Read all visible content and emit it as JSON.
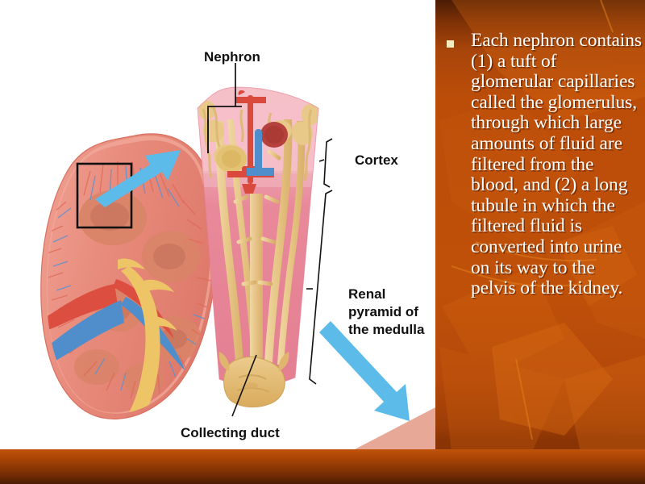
{
  "slide": {
    "background_color": "#bb4d09",
    "bar_color": "#8a3405",
    "bullet_color": "#f5edbe",
    "text_color": "#ffffff"
  },
  "content": {
    "bullet_glyph": "square-bullet",
    "body": "Each nephron contains (1) a tuft of glomerular capillaries called the glomerulus, through which large amounts of fluid are filtered from the blood, and (2) a long tubule in which the filtered fluid is converted into urine on its way to the pelvis of the kidney."
  },
  "figure": {
    "background_color": "#ffffff",
    "labels": {
      "nephron": "Nephron",
      "cortex": "Cortex",
      "renal_pyramid_line1": "Renal",
      "renal_pyramid_line2": "pyramid of",
      "renal_pyramid_line3": "the medulla",
      "collecting_duct": "Collecting duct"
    },
    "colors": {
      "kidney_capsule": "#e8897c",
      "kidney_cortex": "#e79384",
      "pyramid_pink": "#e8899a",
      "cortex_pink": "#f3b9c3",
      "tubule_tan": "#e8c98a",
      "artery_red": "#d94a3d",
      "vein_blue": "#5a93d0",
      "arrow_blue": "#5cbbe8",
      "glomerulus_red": "#b6413c",
      "salmon_wedge": "#e8a898"
    }
  }
}
